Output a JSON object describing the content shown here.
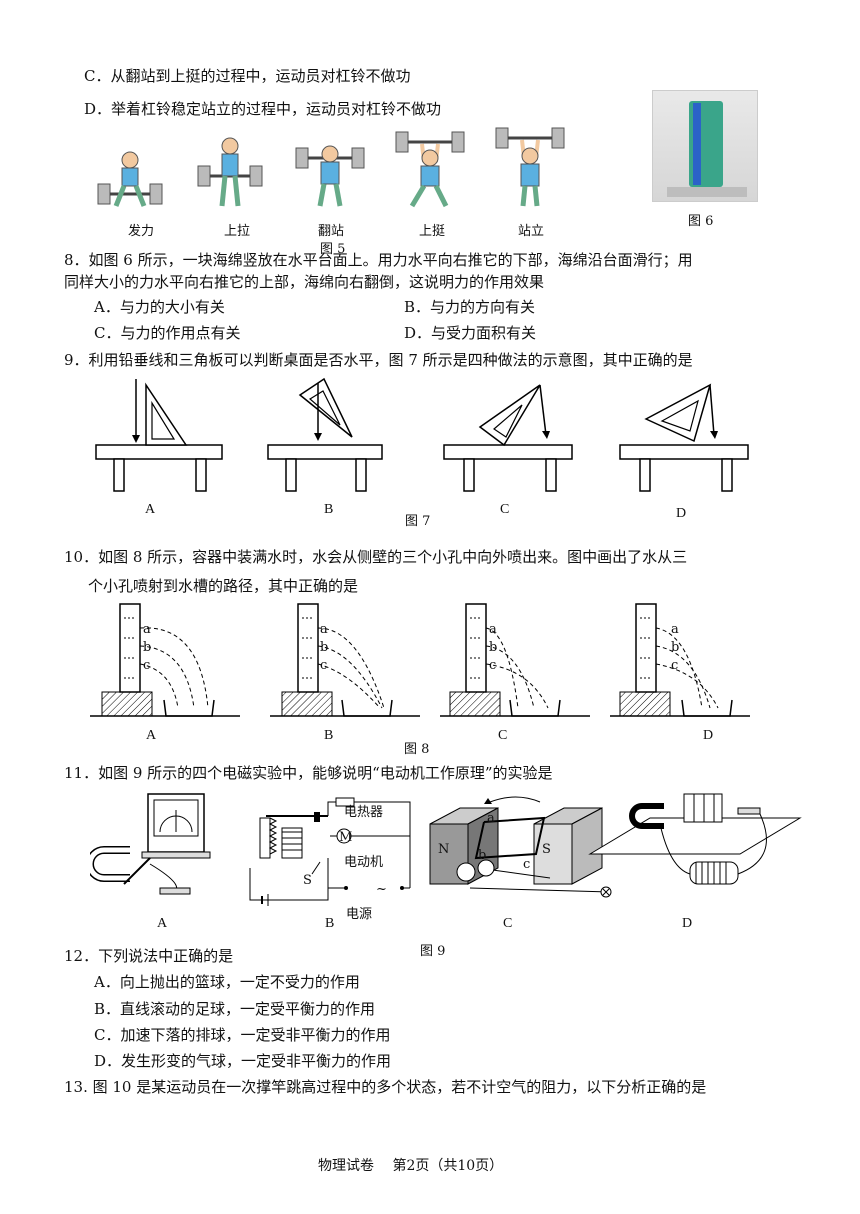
{
  "q7": {
    "opt_c": "C．从翻站到上挺的过程中，运动员对杠铃不做功",
    "opt_d": "D．举着杠铃稳定站立的过程中，运动员对杠铃不做功",
    "stages": [
      "发力",
      "上拉",
      "翻站",
      "上挺",
      "站立"
    ],
    "fig5": "图 5",
    "fig6": "图 6"
  },
  "q8": {
    "stem1": "8．如图 6 所示，一块海绵竖放在水平台面上。用力水平向右推它的下部，海绵沿台面滑行；用",
    "stem2": "同样大小的力水平向右推它的上部，海绵向右翻倒，这说明力的作用效果",
    "a": "A．与力的大小有关",
    "b": "B．与力的方向有关",
    "c": "C．与力的作用点有关",
    "d": "D．与受力面积有关"
  },
  "q9": {
    "stem": "9．利用铅垂线和三角板可以判断桌面是否水平，图 7 所示是四种做法的示意图，其中正确的是",
    "labels": [
      "A",
      "B",
      "C",
      "D"
    ],
    "fig": "图 7"
  },
  "q10": {
    "stem1": "10．如图 8 所示，容器中装满水时，水会从侧壁的三个小孔中向外喷出来。图中画出了水从三",
    "stem2": "个小孔喷射到水槽的路径，其中正确的是",
    "labels": [
      "A",
      "B",
      "C",
      "D"
    ],
    "holes": [
      "a",
      "b",
      "c"
    ],
    "fig": "图 8"
  },
  "q11": {
    "stem": "11．如图 9 所示的四个电磁实验中，能够说明“电动机工作原理”的实验是",
    "labels": [
      "A",
      "B",
      "C",
      "D"
    ],
    "fig": "图 9",
    "heater": "电热器",
    "motor": "电动机",
    "power": "电源",
    "motor_symbol": "M",
    "switch": "S",
    "n": "N",
    "s": "S",
    "coil_a": "a",
    "coil_b": "b",
    "coil_c": "c",
    "power_symbol": "~"
  },
  "q12": {
    "stem": "12．下列说法中正确的是",
    "a": "A．向上抛出的篮球，一定不受力的作用",
    "b": "B．直线滚动的足球，一定受平衡力的作用",
    "c": "C．加速下落的排球，一定受非平衡力的作用",
    "d": "D．发生形变的气球，一定受非平衡力的作用"
  },
  "q13": {
    "stem": "13. 图 10 是某运动员在一次撑竿跳高过程中的多个状态，若不计空气的阻力，以下分析正确的是"
  },
  "footer": "物理试卷　 第2页（共10页）"
}
